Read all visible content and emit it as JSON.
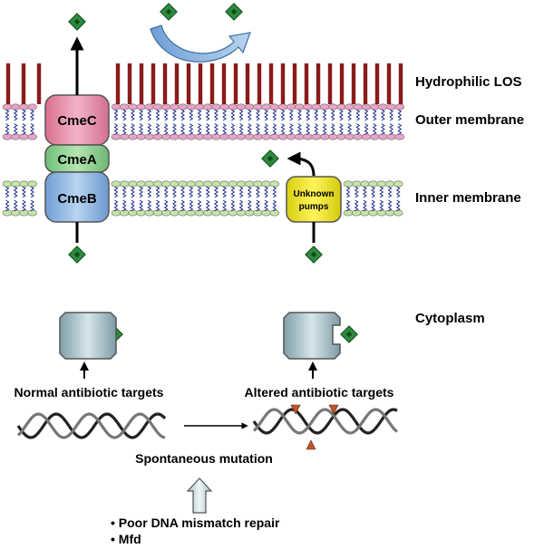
{
  "labels": {
    "hydrophilic_los": "Hydrophilic LOS",
    "outer_membrane": "Outer membrane",
    "inner_membrane": "Inner membrane",
    "cytoplasm": "Cytoplasm",
    "normal_targets": "Normal antibiotic targets",
    "altered_targets": "Altered antibiotic targets",
    "spontaneous_mutation": "Spontaneous mutation"
  },
  "proteins": {
    "cmec": "CmeC",
    "cmea": "CmeA",
    "cmeb": "CmeB",
    "unknown_pumps_line1": "Unknown",
    "unknown_pumps_line2": "pumps"
  },
  "causes": [
    "• Poor DNA mismatch repair",
    "• Mfd"
  ],
  "colors": {
    "los_stalk": "#8b1a1a",
    "outer_head": "#e9a3c9",
    "inner_head": "#c4e6a6",
    "lipid_tail": "#1a2a8a",
    "cmec": "#e58fac",
    "cmea": "#8fd08f",
    "cmeb": "#8fb7e0",
    "unknown_pump": "#f2ea1c",
    "antibiotic": "#1e6e2e",
    "target": "#a9c3c9",
    "mutation_marker": "#c0542a"
  }
}
